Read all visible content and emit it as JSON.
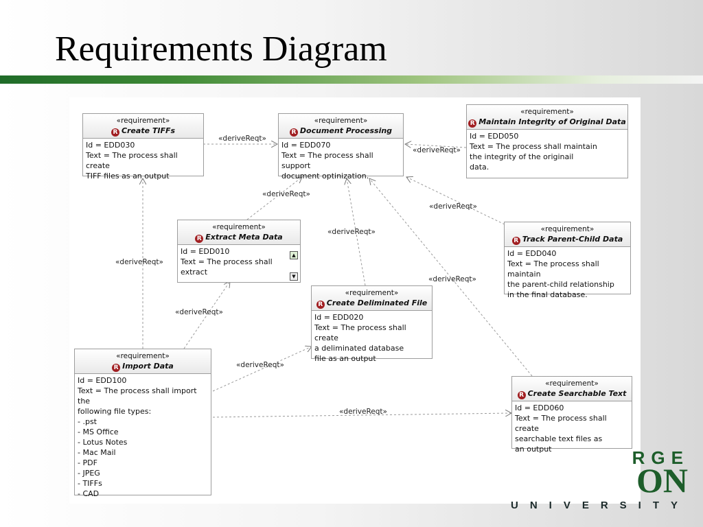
{
  "slide": {
    "title": "Requirements Diagram"
  },
  "stereotype": "«requirement»",
  "edge_label": "«deriveReqt»",
  "requirements": {
    "create_tiffs": {
      "name": "Create TIFFs",
      "body": "Id = EDD030\nText = The process shall create\nTIFF files as an output"
    },
    "document_processing": {
      "name": "Document Processing",
      "body": "Id = EDD070\nText = The process shall support\ndocument optinization."
    },
    "maintain_integrity": {
      "name": "Maintain Integrity of Original Data",
      "body": "Id = EDD050\nText = The process shall maintain\nthe integrity of the originail\ndata."
    },
    "extract_meta": {
      "name": "Extract Meta Data",
      "body": "Id = EDD010\nText = The process shall extract\nand save off the meta data"
    },
    "track_parent_child": {
      "name": "Track Parent-Child Data",
      "body": "Id = EDD040\nText = The process shall maintain\nthe parent-child relationship\nin the final database."
    },
    "create_deliminated": {
      "name": "Create Deliminated File",
      "body": "Id = EDD020\nText = The process shall create\na deliminated database\nfile as an output"
    },
    "import_data": {
      "name": "Import Data",
      "body": "Id = EDD100\nText = The process shall import the\nfollowing file types:\n- .pst\n- MS Office\n- Lotus Notes\n- Mac Mail\n- PDF\n- JPEG\n- TIFFs\n- CAD"
    },
    "create_searchable": {
      "name": "Create Searchable Text",
      "body": "Id = EDD060\nText = The process shall create\nsearchable text files as\nan output"
    }
  },
  "logo": {
    "line1": "RGE",
    "line2": "ON",
    "line3": "UNIVERSITY"
  }
}
